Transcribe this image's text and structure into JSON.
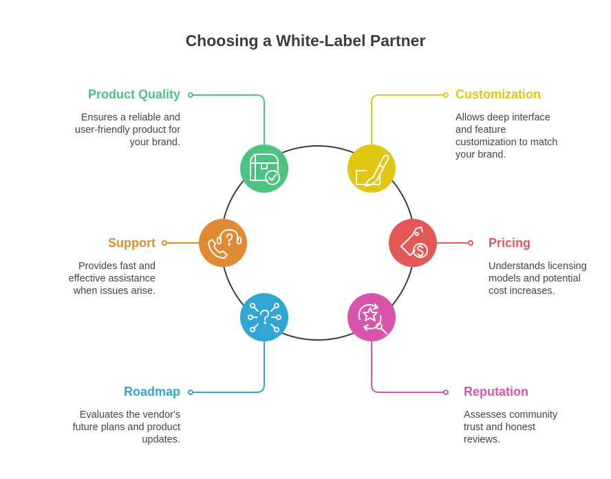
{
  "title": "Choosing a White-Label Partner",
  "colors": {
    "ring": "#3a3a3a",
    "product_quality": "#4cc481",
    "customization": "#dfc611",
    "support": "#e08a33",
    "pricing": "#e55757",
    "roadmap": "#2fa6d6",
    "reputation": "#db54ab"
  },
  "items": {
    "product_quality": {
      "label": "Product Quality",
      "desc": [
        "Ensures a reliable and",
        "user-friendly product for",
        "your brand."
      ],
      "icon": "treasure-chest-check-icon"
    },
    "customization": {
      "label": "Customization",
      "desc": [
        "Allows deep interface",
        "and feature",
        "customization to match",
        "your brand."
      ],
      "icon": "paintbrush-icon"
    },
    "support": {
      "label": "Support",
      "desc": [
        "Provides fast and",
        "effective assistance",
        "when issues arise."
      ],
      "icon": "support-phone-icon"
    },
    "pricing": {
      "label": "Pricing",
      "desc": [
        "Understands licensing",
        "models and potential",
        "cost increases."
      ],
      "icon": "price-tag-dollar-icon"
    },
    "roadmap": {
      "label": "Roadmap",
      "desc": [
        "Evaluates the vendor's",
        "future plans and product",
        "updates."
      ],
      "icon": "question-network-icon"
    },
    "reputation": {
      "label": "Reputation",
      "desc": [
        "Assesses community",
        "trust and honest",
        "reviews."
      ],
      "icon": "star-magnifier-icon"
    }
  }
}
